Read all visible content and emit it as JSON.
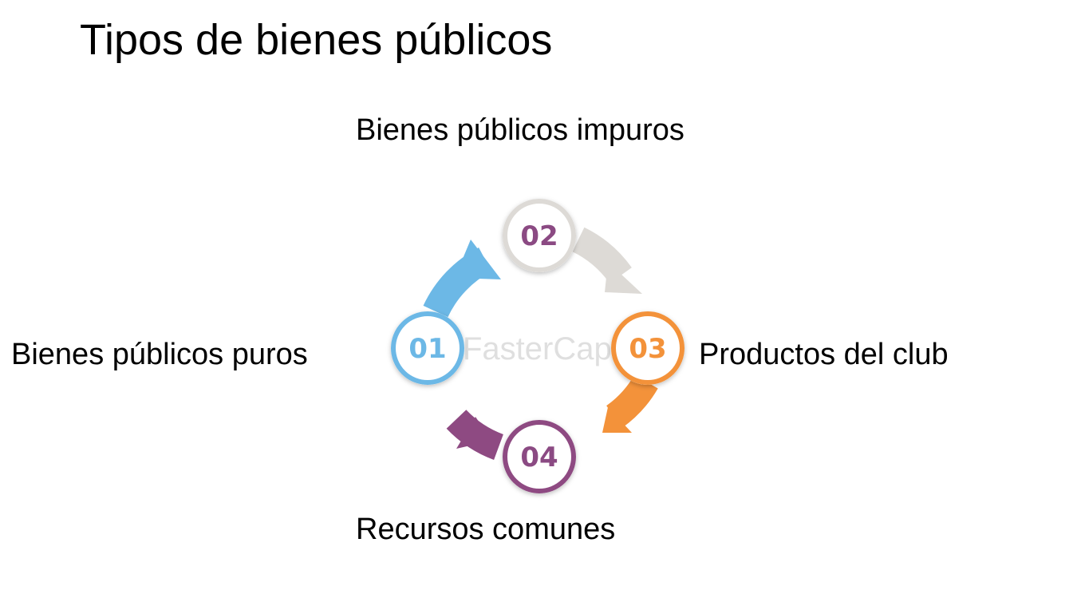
{
  "title": "Tipos de bienes públicos",
  "watermark": "FasterCapital",
  "steps": [
    {
      "number": "01",
      "label": "Bienes públicos puros",
      "color": "#6cb8e6"
    },
    {
      "number": "02",
      "label": "Bienes públicos impuros",
      "color": "#dddad6"
    },
    {
      "number": "03",
      "label": "Productos del club",
      "color": "#f3923a"
    },
    {
      "number": "04",
      "label": "Recursos comunes",
      "color": "#8e4a82"
    }
  ],
  "number_color": "#8b4a83"
}
